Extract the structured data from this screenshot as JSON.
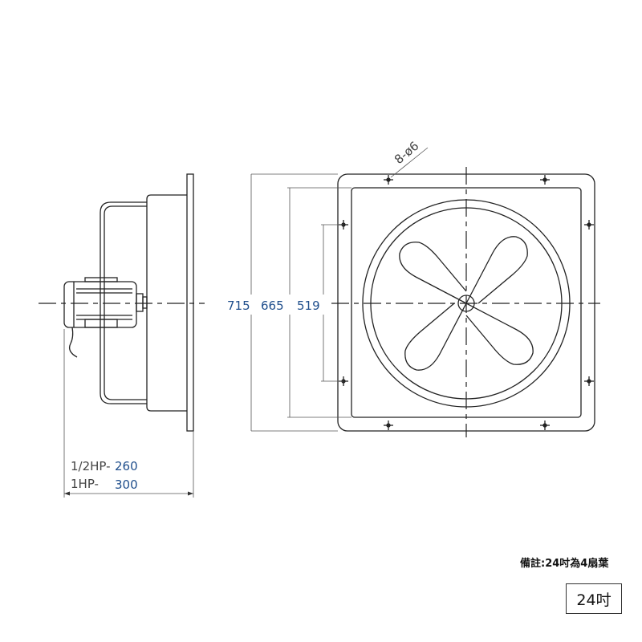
{
  "hole_spec": "8-ø6",
  "dimensions": {
    "outer": "715",
    "mid": "665",
    "inner": "519"
  },
  "depth": {
    "half_hp_label": "1/2HP-",
    "half_hp_value": "260",
    "one_hp_label": "1HP-",
    "one_hp_value": "300"
  },
  "note": "備註:24吋為4扇葉",
  "size_label": "24吋",
  "colors": {
    "dimension_text": "#1f4e8c",
    "line": "#222222"
  }
}
